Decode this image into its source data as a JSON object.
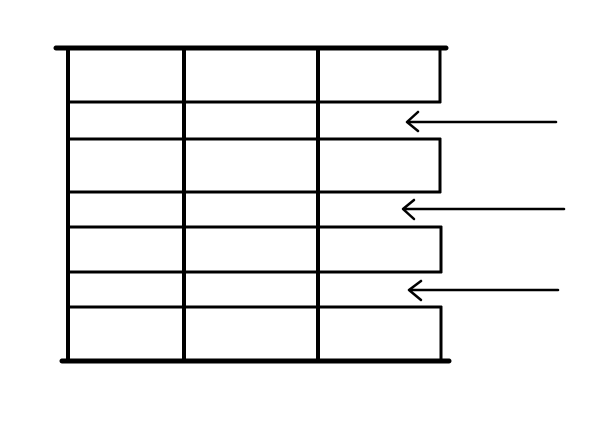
{
  "diagram": {
    "stroke_color": "#000000",
    "background_color": "#ffffff",
    "column_count": 3,
    "row_count": 7,
    "short_rows_with_arrows": [
      2,
      4,
      6
    ],
    "arrows": [
      {
        "points_to": "row-2",
        "direction": "left"
      },
      {
        "points_to": "row-4",
        "direction": "left"
      },
      {
        "points_to": "row-6",
        "direction": "left"
      }
    ]
  }
}
